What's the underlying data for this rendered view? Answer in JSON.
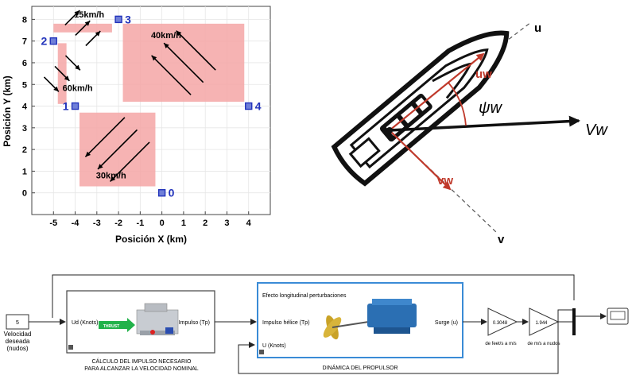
{
  "map": {
    "xlabel": "Posición X (km)",
    "ylabel": "Posición Y (km)",
    "xticks": [
      "-5",
      "-4",
      "-3",
      "-2",
      "-1",
      "0",
      "1",
      "2",
      "3",
      "4"
    ],
    "yticks": [
      "0",
      "1",
      "2",
      "3",
      "4",
      "5",
      "6",
      "7",
      "8"
    ],
    "zones": [
      {
        "label": "15km/h",
        "x0": -5.0,
        "x1": -2.3,
        "y0": 7.4,
        "y1": 7.8,
        "arrow_dir": [
          1,
          1
        ]
      },
      {
        "label": "60km/h",
        "x0": -4.8,
        "x1": -4.4,
        "y0": 4.1,
        "y1": 6.9,
        "arrow_dir": [
          1,
          -1
        ]
      },
      {
        "label": "40km/h",
        "x0": -1.8,
        "x1": 3.8,
        "y0": 4.2,
        "y1": 7.8,
        "arrow_dir": [
          -1,
          1
        ]
      },
      {
        "label": "30km/h",
        "x0": -3.8,
        "x1": -0.3,
        "y0": 0.3,
        "y1": 3.7,
        "arrow_dir": [
          -1,
          -1
        ]
      }
    ],
    "waypoints": [
      {
        "label": "0",
        "x": 0,
        "y": 0,
        "side": "right"
      },
      {
        "label": "1",
        "x": -4,
        "y": 4,
        "side": "left"
      },
      {
        "label": "2",
        "x": -5,
        "y": 7,
        "side": "left"
      },
      {
        "label": "3",
        "x": -2,
        "y": 8,
        "side": "right"
      },
      {
        "label": "4",
        "x": 4,
        "y": 4,
        "side": "right"
      }
    ],
    "colors": {
      "zone": "#f4a6a6",
      "waypoint": "#2233bb",
      "axis_bg": "#ffffff",
      "grid": "#e6e6e6"
    }
  },
  "vessel": {
    "u_label": "u",
    "v_label": "v",
    "uw_label": "uw",
    "vw_label": "vw",
    "psi_label": "ψw",
    "Vw_label": "Vw",
    "colors": {
      "red": "#c0392b",
      "black": "#111111"
    }
  },
  "simulink": {
    "input_value": "5",
    "input_caption": [
      "Velocidad",
      "deseada",
      "(nudos)"
    ],
    "sub1": {
      "in_port": "Ud (Knots)",
      "out_port": "Impulso (Tp)",
      "badge": "THRUST",
      "caption": [
        "CÁLCULO DEL IMPULSO NECESARIO",
        "PARA ALCANZAR LA VELOCIDAD NOMINAL"
      ]
    },
    "sub2": {
      "port_top": "Efecto longitudinal perturbaciones",
      "port_mid": "Impulso hélice (Tp)",
      "port_bottom": "U (Knots)",
      "out_port": "Surge (u)",
      "caption": "DINÁMICA DEL PROPULSOR"
    },
    "gain1": {
      "value": "0.3048",
      "caption": "de feet/s a m/s"
    },
    "gain2": {
      "value": "1.944",
      "caption": "de m/s a nudos"
    }
  }
}
